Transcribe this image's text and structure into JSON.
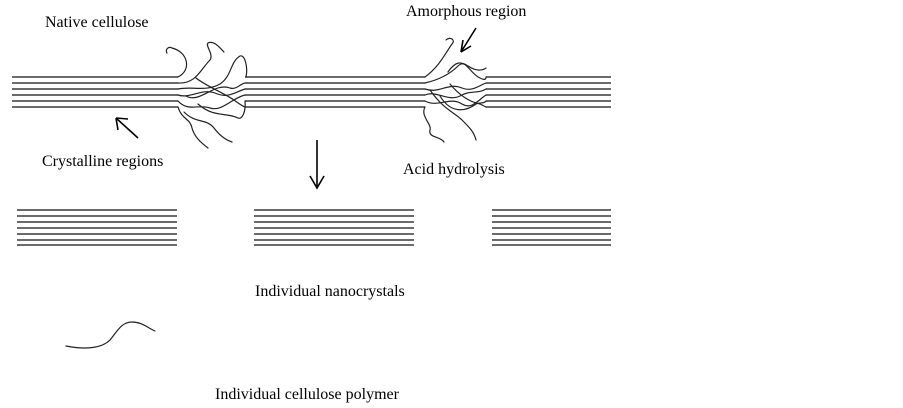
{
  "labels": {
    "native_cellulose": "Native cellulose",
    "amorphous_region": "Amorphous region",
    "crystalline_regions": "Crystalline regions",
    "acid_hydrolysis": "Acid hydrolysis",
    "individual_nanocrystals": "Individual nanocrystals",
    "individual_cellulose_polymer": "Individual cellulose polymer"
  }
}
